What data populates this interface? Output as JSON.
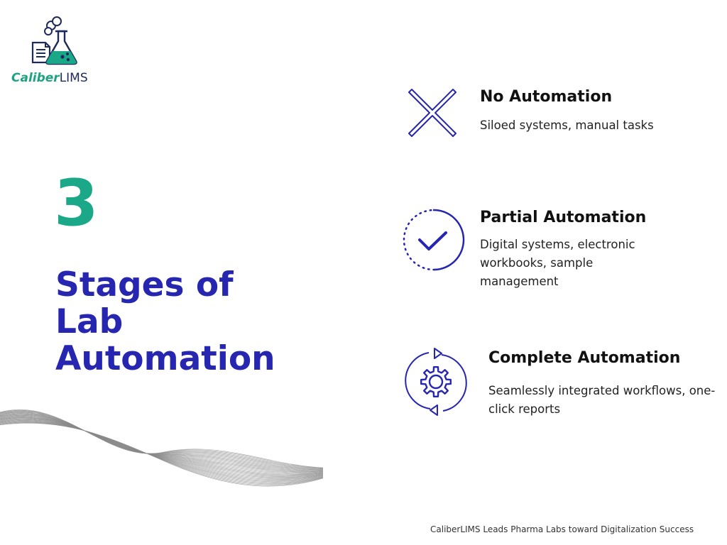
{
  "brand": {
    "name_part1": "Caliber",
    "name_part2": "LIMS",
    "colors": {
      "green": "#1aa888",
      "navy": "#1e2a5a",
      "blue": "#2626b0"
    }
  },
  "hero": {
    "number": "3",
    "title_lines": [
      "Stages of",
      "Lab",
      "Automation"
    ]
  },
  "stages": [
    {
      "icon": "x-icon",
      "title": "No Automation",
      "description": "Siloed systems, manual tasks"
    },
    {
      "icon": "checkmark-circle-icon",
      "title": "Partial Automation",
      "description": "Digital systems, electronic workbooks, sample management"
    },
    {
      "icon": "gear-cycle-icon",
      "title": "Complete Automation",
      "description": "Seamlessly integrated workflows, one-click reports"
    }
  ],
  "footer": {
    "tagline": "CaliberLIMS Leads Pharma Labs toward Digitalization Success"
  }
}
